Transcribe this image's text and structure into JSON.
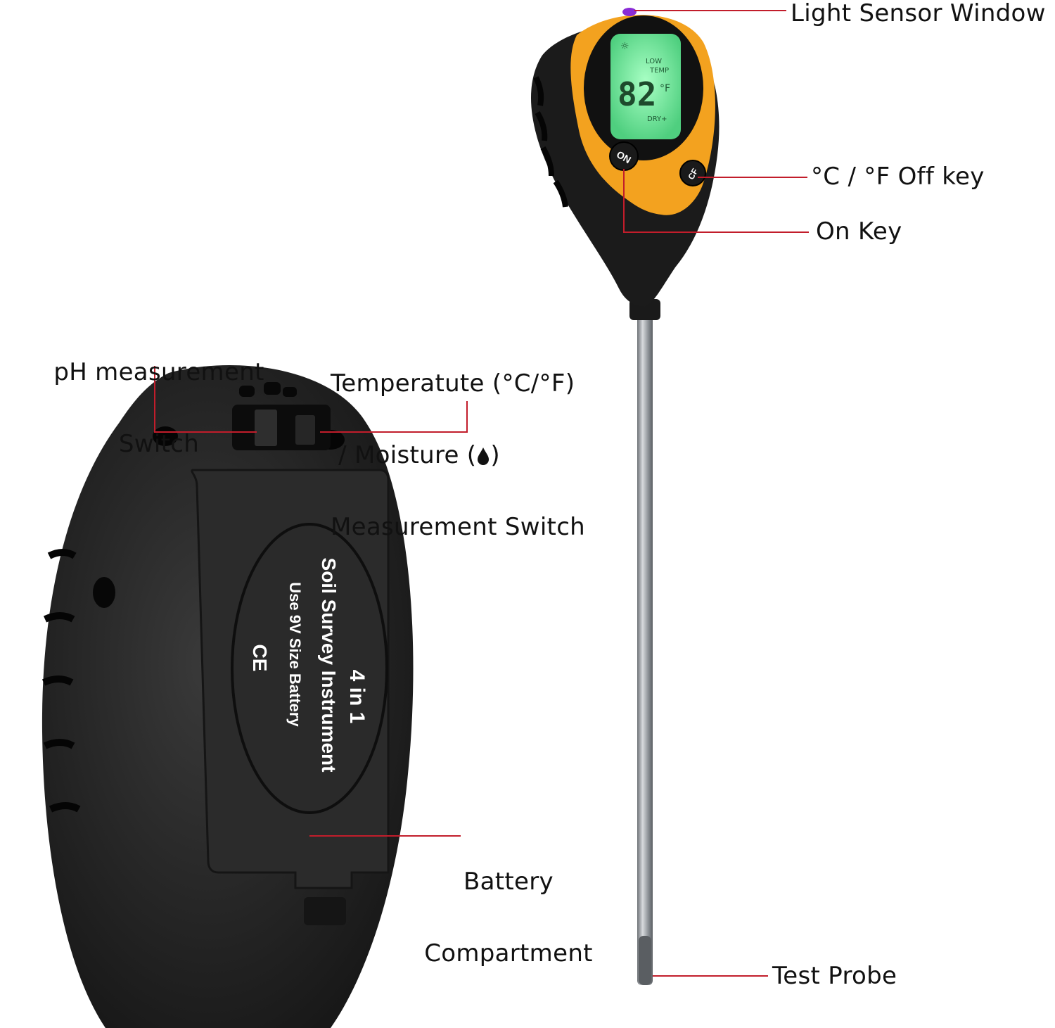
{
  "colors": {
    "leader_line": "#c21d2b",
    "housing": "#1c1c1c",
    "bezel": "#f3a21f",
    "lcd": "#7fe8a0",
    "probe": "#9ea3a8"
  },
  "callouts": {
    "light_sensor": "Light Sensor Window",
    "temp_unit_off": "°C / °F Off key",
    "on_key": "On Key",
    "ph_switch_line1": "pH measurement",
    "ph_switch_line2": "Switch",
    "temp_moist_line1": "Temperatute (°C/°F)",
    "temp_moist_line2a": " / Moisture (",
    "temp_moist_line2b": ")",
    "temp_moist_line3": "Measurement Switch",
    "battery_line1": "Battery",
    "battery_line2": "Compartment",
    "test_probe": "Test Probe"
  },
  "device_front": {
    "on_button": "ON",
    "unit_button": "CF",
    "lcd": {
      "low": "LOW",
      "temp": "TEMP",
      "reading": "82",
      "unit": "°F",
      "dry": "DRY+"
    }
  },
  "device_back_label": {
    "line1": "4 in 1",
    "line2": "Soil Survey Instrument",
    "line3": "Use 9V Size Battery",
    "mark": "CE"
  }
}
